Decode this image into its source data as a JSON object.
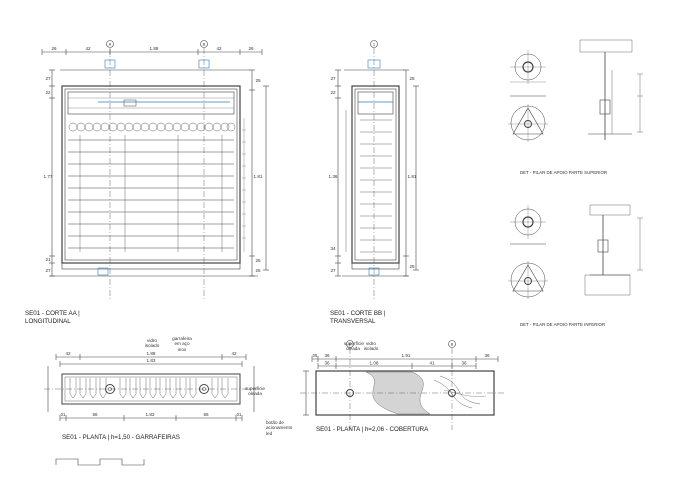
{
  "section_aa": {
    "title_line1": "SE01 - CORTE AA |",
    "title_line2": "LONGITUDINAL"
  },
  "section_bb": {
    "title_line1": "SE01 - CORTE BB |",
    "title_line2": "TRANSVERSAL"
  },
  "plan_bottles": {
    "title": "SE01 - PLANTA  |  h=1,50 - GARRAFEIRAS"
  },
  "plan_cover": {
    "title": "SE01 - PLANTA  |  h=2,06 - COBERTURA"
  },
  "detail_top": {
    "title": "DET - PILAR DE APOIO PARTE SUPERIOR"
  },
  "detail_bottom": {
    "title": "DET - PILAR DE APOIO PARTE INFERIOR"
  },
  "notes": {
    "glass_insulated": "vidro isolado",
    "bottle_holder": "garrafeira em aço inox",
    "oiled_surface": "superfície oleada",
    "led_button": "botão de acionamento led",
    "cover_oiled": "superfície oleada",
    "cover_glass": "vidro isolado"
  },
  "dims": {
    "aa_top": [
      "26",
      "42",
      "1.88",
      "42",
      "26"
    ],
    "aa_left": [
      "27",
      "22",
      "1.77",
      "21",
      "27"
    ],
    "aa_right": [
      "25",
      "1.81",
      "25",
      "25"
    ],
    "bb_left": [
      "27",
      "22",
      "1.36",
      "34",
      "27"
    ],
    "bb_right": [
      "25",
      "1.81",
      "25"
    ],
    "pb_top1": [
      "42",
      "1.88",
      "42"
    ],
    "pb_top2": [
      "1.83"
    ],
    "pb_bottom": [
      "01",
      "56",
      "1.83",
      "56",
      "01"
    ],
    "pc_top1": [
      "05",
      "36",
      "1.91",
      "36"
    ],
    "pc_top2": [
      "36",
      "1.08",
      "41",
      "36"
    ]
  },
  "axes": {
    "a": "A",
    "b": "B",
    "c": "C",
    "one": "1"
  }
}
